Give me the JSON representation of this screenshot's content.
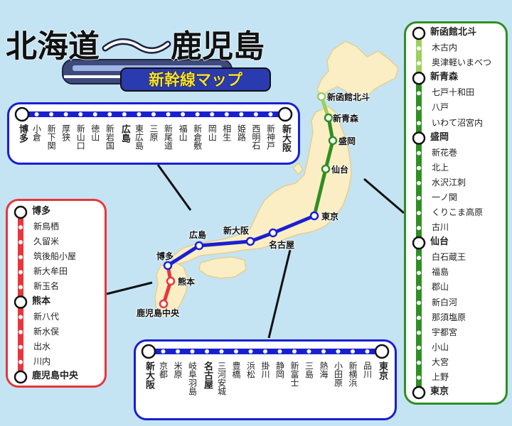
{
  "title": {
    "main_left": "北海道",
    "main_right": "鹿児島",
    "subtitle": "新幹線マップ"
  },
  "colors": {
    "sea": "#c4e4f3",
    "land": "#fbeec4",
    "land_edge": "#e4cf92",
    "sanyo_tokaido": "#1a1fd1",
    "kyushu": "#e8363b",
    "tohoku": "#2f8f22",
    "hokkaido": "#9bd05a"
  },
  "panels": {
    "sanyo": {
      "end_left": "博多",
      "end_right": "新大阪",
      "stations": [
        {
          "name": "博多",
          "bold": true
        },
        {
          "name": "小倉",
          "bold": false
        },
        {
          "name": "新下関",
          "bold": false
        },
        {
          "name": "厚狭",
          "bold": false
        },
        {
          "name": "新山口",
          "bold": false
        },
        {
          "name": "徳山",
          "bold": false
        },
        {
          "name": "新岩国",
          "bold": false
        },
        {
          "name": "広島",
          "bold": true
        },
        {
          "name": "東広島",
          "bold": false
        },
        {
          "name": "三原",
          "bold": false
        },
        {
          "name": "新尾道",
          "bold": false
        },
        {
          "name": "福山",
          "bold": false
        },
        {
          "name": "新倉敷",
          "bold": false
        },
        {
          "name": "岡山",
          "bold": false
        },
        {
          "name": "相生",
          "bold": false
        },
        {
          "name": "姫路",
          "bold": false
        },
        {
          "name": "西明石",
          "bold": false
        },
        {
          "name": "新神戸",
          "bold": false
        },
        {
          "name": "新大阪",
          "bold": true
        }
      ]
    },
    "tokaido": {
      "stations": [
        {
          "name": "新大阪",
          "bold": true
        },
        {
          "name": "京都",
          "bold": false
        },
        {
          "name": "米原",
          "bold": false
        },
        {
          "name": "岐阜羽島",
          "bold": false
        },
        {
          "name": "名古屋",
          "bold": true
        },
        {
          "name": "三河安城",
          "bold": false
        },
        {
          "name": "豊橋",
          "bold": false
        },
        {
          "name": "浜松",
          "bold": false
        },
        {
          "name": "掛川",
          "bold": false
        },
        {
          "name": "静岡",
          "bold": false
        },
        {
          "name": "新富士",
          "bold": false
        },
        {
          "name": "三島",
          "bold": false
        },
        {
          "name": "熱海",
          "bold": false
        },
        {
          "name": "小田原",
          "bold": false
        },
        {
          "name": "新横浜",
          "bold": false
        },
        {
          "name": "品川",
          "bold": false
        },
        {
          "name": "東京",
          "bold": true
        }
      ]
    },
    "kyushu": {
      "stations": [
        {
          "name": "博多",
          "bold": true
        },
        {
          "name": "新鳥栖",
          "bold": false
        },
        {
          "name": "久留米",
          "bold": false
        },
        {
          "name": "筑後船小屋",
          "bold": false
        },
        {
          "name": "新大牟田",
          "bold": false
        },
        {
          "name": "新玉名",
          "bold": false
        },
        {
          "name": "熊本",
          "bold": true
        },
        {
          "name": "新八代",
          "bold": false
        },
        {
          "name": "新水俣",
          "bold": false
        },
        {
          "name": "出水",
          "bold": false
        },
        {
          "name": "川内",
          "bold": false
        },
        {
          "name": "鹿児島中央",
          "bold": true
        }
      ]
    },
    "tohoku": {
      "stations": [
        {
          "name": "新函館北斗",
          "bold": true,
          "line": "hokkaido"
        },
        {
          "name": "木古内",
          "bold": false,
          "line": "hokkaido"
        },
        {
          "name": "奥津軽いまべつ",
          "bold": false,
          "line": "hokkaido"
        },
        {
          "name": "新青森",
          "bold": true,
          "line": "tohoku"
        },
        {
          "name": "七戸十和田",
          "bold": false,
          "line": "tohoku"
        },
        {
          "name": "八戸",
          "bold": false,
          "line": "tohoku"
        },
        {
          "name": "いわて沼宮内",
          "bold": false,
          "line": "tohoku"
        },
        {
          "name": "盛岡",
          "bold": true,
          "line": "tohoku"
        },
        {
          "name": "新花巻",
          "bold": false,
          "line": "tohoku"
        },
        {
          "name": "北上",
          "bold": false,
          "line": "tohoku"
        },
        {
          "name": "水沢江刺",
          "bold": false,
          "line": "tohoku"
        },
        {
          "name": "一ノ関",
          "bold": false,
          "line": "tohoku"
        },
        {
          "name": "くりこま高原",
          "bold": false,
          "line": "tohoku"
        },
        {
          "name": "古川",
          "bold": false,
          "line": "tohoku"
        },
        {
          "name": "仙台",
          "bold": true,
          "line": "tohoku"
        },
        {
          "name": "白石蔵王",
          "bold": false,
          "line": "tohoku"
        },
        {
          "name": "福島",
          "bold": false,
          "line": "tohoku"
        },
        {
          "name": "郡山",
          "bold": false,
          "line": "tohoku"
        },
        {
          "name": "新白河",
          "bold": false,
          "line": "tohoku"
        },
        {
          "name": "那須塩原",
          "bold": false,
          "line": "tohoku"
        },
        {
          "name": "宇都宮",
          "bold": false,
          "line": "tohoku"
        },
        {
          "name": "小山",
          "bold": false,
          "line": "tohoku"
        },
        {
          "name": "大宮",
          "bold": false,
          "line": "tohoku"
        },
        {
          "name": "上野",
          "bold": false,
          "line": "tohoku"
        },
        {
          "name": "東京",
          "bold": true,
          "line": "tohoku"
        }
      ]
    }
  },
  "map_labels": {
    "shin_hakodate": "新函館北斗",
    "shin_aomori": "新青森",
    "morioka": "盛岡",
    "sendai": "仙台",
    "tokyo": "東京",
    "nagoya": "名古屋",
    "shin_osaka": "新大阪",
    "hiroshima": "広島",
    "hakata": "博多",
    "kumamoto": "熊本",
    "kagoshima": "鹿児島中央"
  }
}
